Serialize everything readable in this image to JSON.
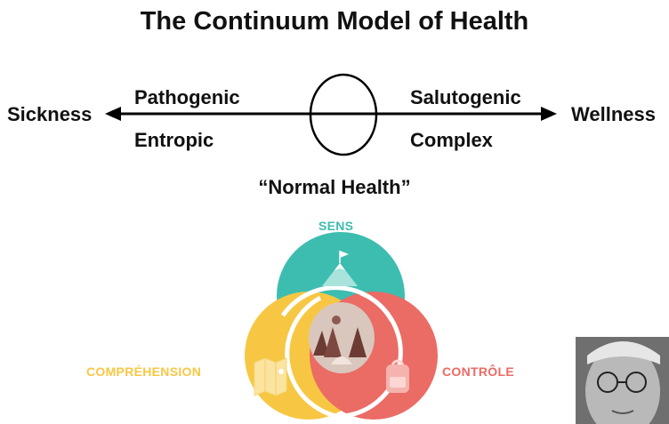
{
  "title": "The Continuum Model of Health",
  "continuum": {
    "left_end": "Sickness",
    "right_end": "Wellness",
    "left_top": "Pathogenic",
    "left_bottom": "Entropic",
    "right_top": "Salutogenic",
    "right_bottom": "Complex",
    "center": "“Normal Health”"
  },
  "venn": {
    "top_label": "SENS",
    "left_label": "COMPRÉHENSION",
    "right_label": "CONTRÔLE",
    "colors": {
      "sens": "#3dbdb0",
      "comprehension": "#f7c744",
      "controle": "#eb6b65"
    },
    "icons": {
      "top": "mountain-flag-icon",
      "left": "map-icon",
      "right": "backpack-icon",
      "center": "forest-path-icon"
    }
  },
  "photo": {
    "icon": "portrait-photo"
  }
}
